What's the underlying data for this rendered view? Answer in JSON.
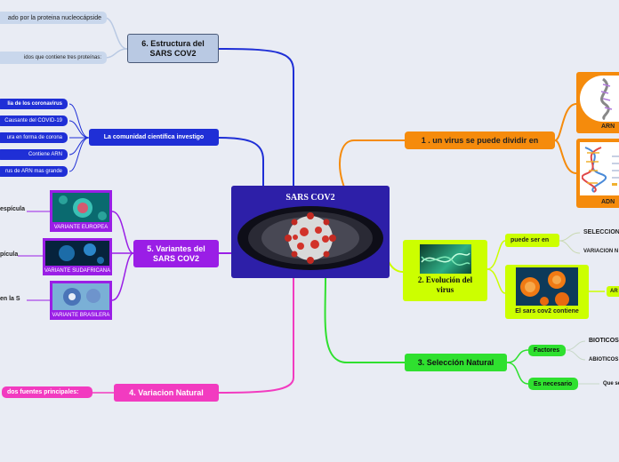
{
  "colors": {
    "background": "#e9ecf4",
    "central": "#2d1fa8",
    "orange": "#f58b0c",
    "lime": "#ccff00",
    "green": "#2fe02f",
    "magenta": "#f23bc0",
    "purple": "#9a1ee6",
    "blue": "#1f2fd6",
    "steel": "#b9c9e3"
  },
  "central": {
    "title": "SARS COV2"
  },
  "branches": {
    "estructura": {
      "label": "6. Estructura del SARS COV2",
      "children": [
        "ado por la proteina nucleocápside",
        "idos que contiene tres proteínas:"
      ]
    },
    "comunidad": {
      "label": "La comunidad científica investigo",
      "children": [
        "lia de los coronavirus",
        "Causante del COVID-19",
        "ura en forma de corona",
        "Contiene ARN",
        "rus de ARN mas grande"
      ]
    },
    "variantes": {
      "label": "5. Variantes del SARS COV2",
      "images": [
        "VARIANTE EUROPEA",
        "VARIANTE SUDAFRICANA",
        "VARIANTE BRASILERA"
      ],
      "side_texts": [
        "espícula",
        "pícula",
        "en la S"
      ]
    },
    "variacion": {
      "label": "4. Variacion Natural",
      "children": [
        "dos fuentes principales:"
      ]
    },
    "divide": {
      "label": "1 . un virus se puede dividir en",
      "images": [
        "ARN",
        "ADN"
      ]
    },
    "evolucion": {
      "label": "2. Evolución del virus",
      "puede": "puede ser en",
      "puede_children": [
        "SELECCION",
        "VARIACION N"
      ],
      "contiene": "El sars cov2 contiene",
      "contiene_child": "AR"
    },
    "seleccion": {
      "label": "3. Selección Natural",
      "factores": "Factores",
      "factores_children": [
        "BIOTICOS",
        "ABIOTICOS"
      ],
      "necesario": "Es necesario",
      "necesario_child": "Que se"
    }
  }
}
